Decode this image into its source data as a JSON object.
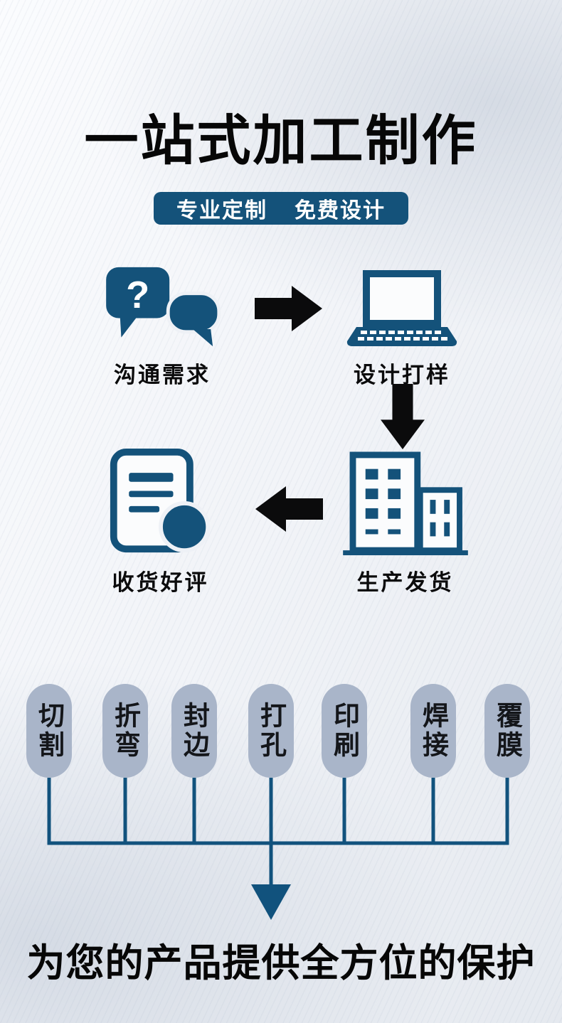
{
  "header": {
    "title": "一站式加工制作",
    "badge": {
      "left": "专业定制",
      "right": "免费设计"
    }
  },
  "flow": {
    "steps": [
      {
        "label": "沟通需求",
        "icon": "chat-question-icon",
        "bubble_text": "?"
      },
      {
        "label": "设计打样",
        "icon": "laptop-icon"
      },
      {
        "label": "生产发货",
        "icon": "factory-icon"
      },
      {
        "label": "收货好评",
        "icon": "document-approval-icon"
      }
    ],
    "arrows": [
      "arrow-right-icon",
      "arrow-down-icon",
      "arrow-left-icon"
    ],
    "funnel_arrow": "funnel-arrow-icon"
  },
  "processes": {
    "items": [
      "切割",
      "折弯",
      "封边",
      "打孔",
      "印刷",
      "焊接",
      "覆膜"
    ]
  },
  "footer": {
    "title": "为您的产品提供全方位的保护"
  },
  "colors": {
    "dark_blue": "#14527a",
    "line_blue": "#11527d",
    "capsule": "#a9b5c9",
    "arrow_black": "#0b0b0c"
  }
}
